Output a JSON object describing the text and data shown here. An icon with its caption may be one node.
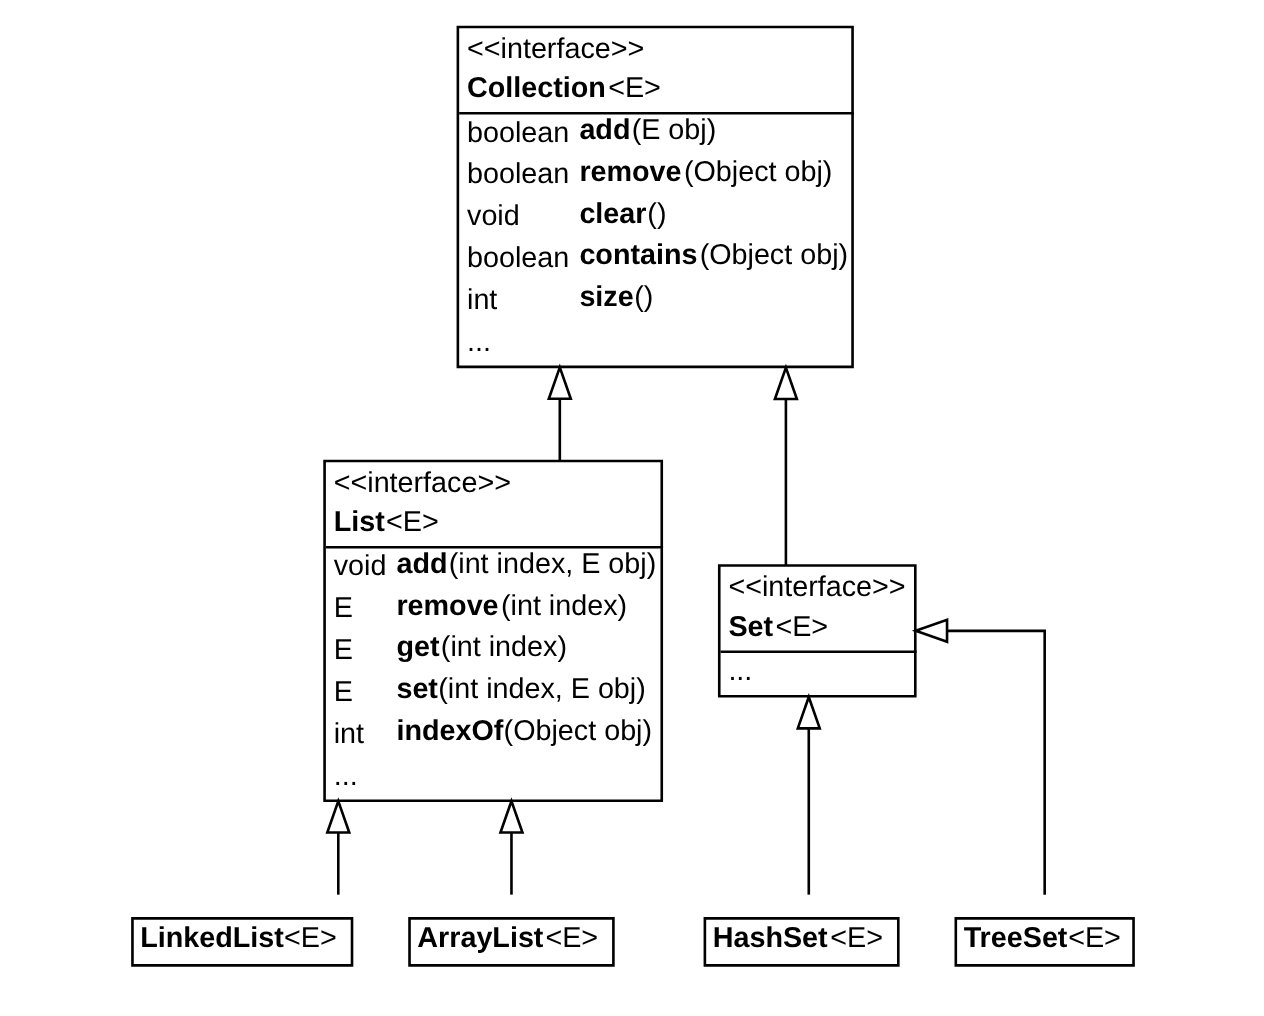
{
  "diagram": {
    "nodes": [
      {
        "text": [
          "<<interface>>",
          "**Collection**<E>",
          "boolean **add**(E obj)",
          "boolean **remove**(Object obj)",
          "void **clear**()",
          "boolean **contains**(Object obj)",
          "int **size**()",
          "..."
        ]
      },
      {
        "text": [
          "<<interface>>",
          "**List**<E>",
          "void **add**(int index, E obj)",
          "E **remove**(int index)",
          "E **get**(int index)",
          "E **set**(int index, E obj)",
          "int **indexOf**(Object obj)",
          "..."
        ]
      },
      {
        "text": [
          "<<interface>>",
          "**Set**<E>",
          "..."
        ]
      },
      {
        "text": [
          "**LinkedList**<E>"
        ]
      },
      {
        "text": [
          "**ArrayList**<E>"
        ]
      },
      {
        "text": [
          "**HashSet**<E>"
        ]
      },
      {
        "text": [
          "**TreeSet**<E>"
        ]
      }
    ],
    "edges": [
      {
        "from": 1,
        "to": 0,
        "arrow": "to"
      },
      {
        "from": 2,
        "to": 0,
        "arrow": "to"
      },
      {
        "from": 3,
        "to": 1,
        "arrow": "to"
      },
      {
        "from": 4,
        "to": 1,
        "arrow": "to"
      },
      {
        "from": 5,
        "to": 2,
        "arrow": "to"
      },
      {
        "from": 6,
        "to": 2,
        "arrow": "to"
      }
    ]
  }
}
